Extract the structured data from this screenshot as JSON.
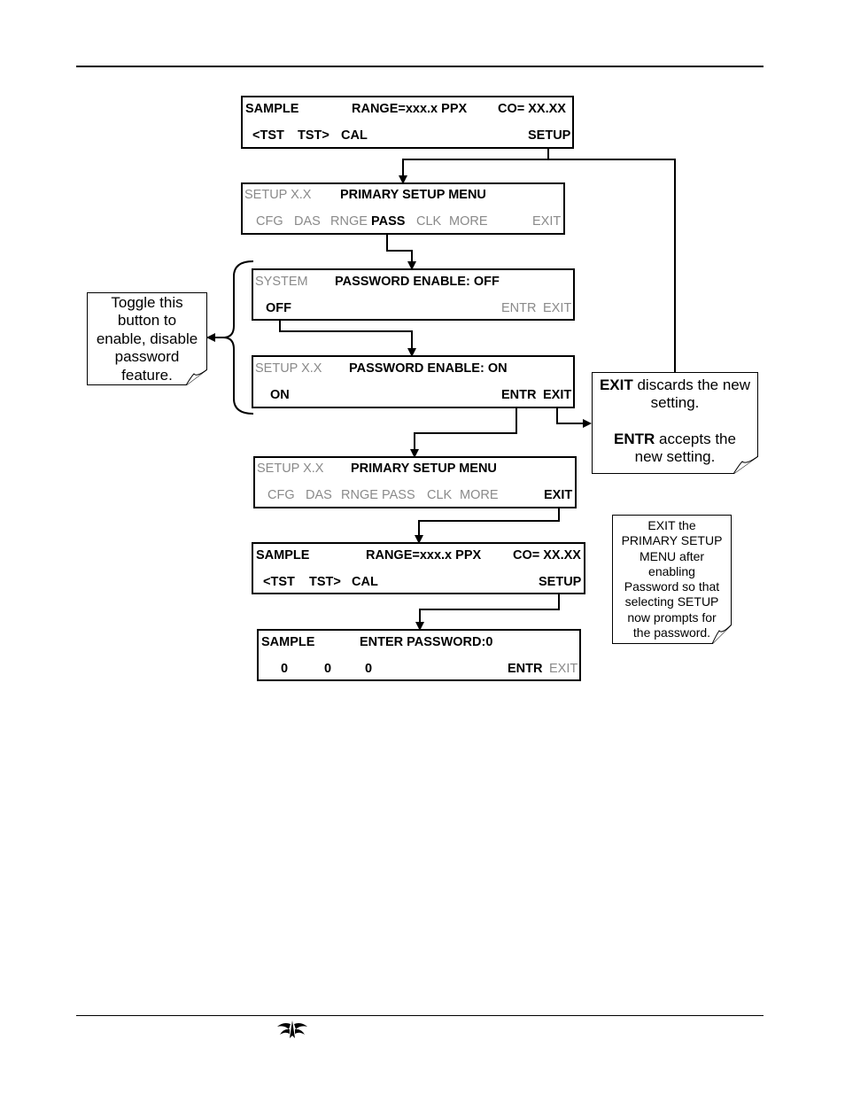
{
  "screens": {
    "s1": {
      "l1": "SAMPLE",
      "l2": "RANGE=xxx.x PPX",
      "l3": "CO= XX.XX",
      "b1": "<TST",
      "b2": "TST>",
      "b3": "CAL",
      "b4": "SETUP"
    },
    "s2": {
      "l1": "SETUP X.X",
      "l2": "PRIMARY SETUP MENU",
      "b1": "CFG",
      "b2": "DAS",
      "b3": "RNGE",
      "b4": "PASS",
      "b5": "CLK",
      "b6": "MORE",
      "b7": "EXIT"
    },
    "s3": {
      "l1": "SYSTEM",
      "l2": "PASSWORD ENABLE: OFF",
      "b1": "OFF",
      "b2": "ENTR",
      "b3": "EXIT"
    },
    "s4": {
      "l1": "SETUP X.X",
      "l2": "PASSWORD ENABLE: ON",
      "b1": "ON",
      "b2": "ENTR",
      "b3": "EXIT"
    },
    "s5": {
      "l1": "SETUP X.X",
      "l2": "PRIMARY SETUP MENU",
      "b1": "CFG",
      "b2": "DAS",
      "b3": "RNGE",
      "b4": "PASS",
      "b5": "CLK",
      "b6": "MORE",
      "b7": "EXIT"
    },
    "s6": {
      "l1": "SAMPLE",
      "l2": "RANGE=xxx.x PPX",
      "l3": "CO= XX.XX",
      "b1": "<TST",
      "b2": "TST>",
      "b3": "CAL",
      "b4": "SETUP"
    },
    "s7": {
      "l1": "SAMPLE",
      "l2": "ENTER PASSWORD:0",
      "b1": "0",
      "b2": "0",
      "b3": "0",
      "b4": "ENTR",
      "b5": "EXIT"
    }
  },
  "notes": {
    "toggle": [
      "Toggle this",
      "button to",
      "enable, disable",
      "password",
      "feature."
    ],
    "exit_entr": {
      "exit_key": "EXIT",
      "exit_text": " discards the new",
      "exit_text2": "setting.",
      "entr_key": "ENTR",
      "entr_text": " accepts the",
      "entr_text2": "new setting."
    },
    "primary": [
      "EXIT the",
      "PRIMARY SETUP",
      "MENU after",
      "enabling",
      "Password so that",
      "selecting SETUP",
      "now prompts for",
      "the password."
    ]
  },
  "logo_icon": "teledyne-logo-icon"
}
